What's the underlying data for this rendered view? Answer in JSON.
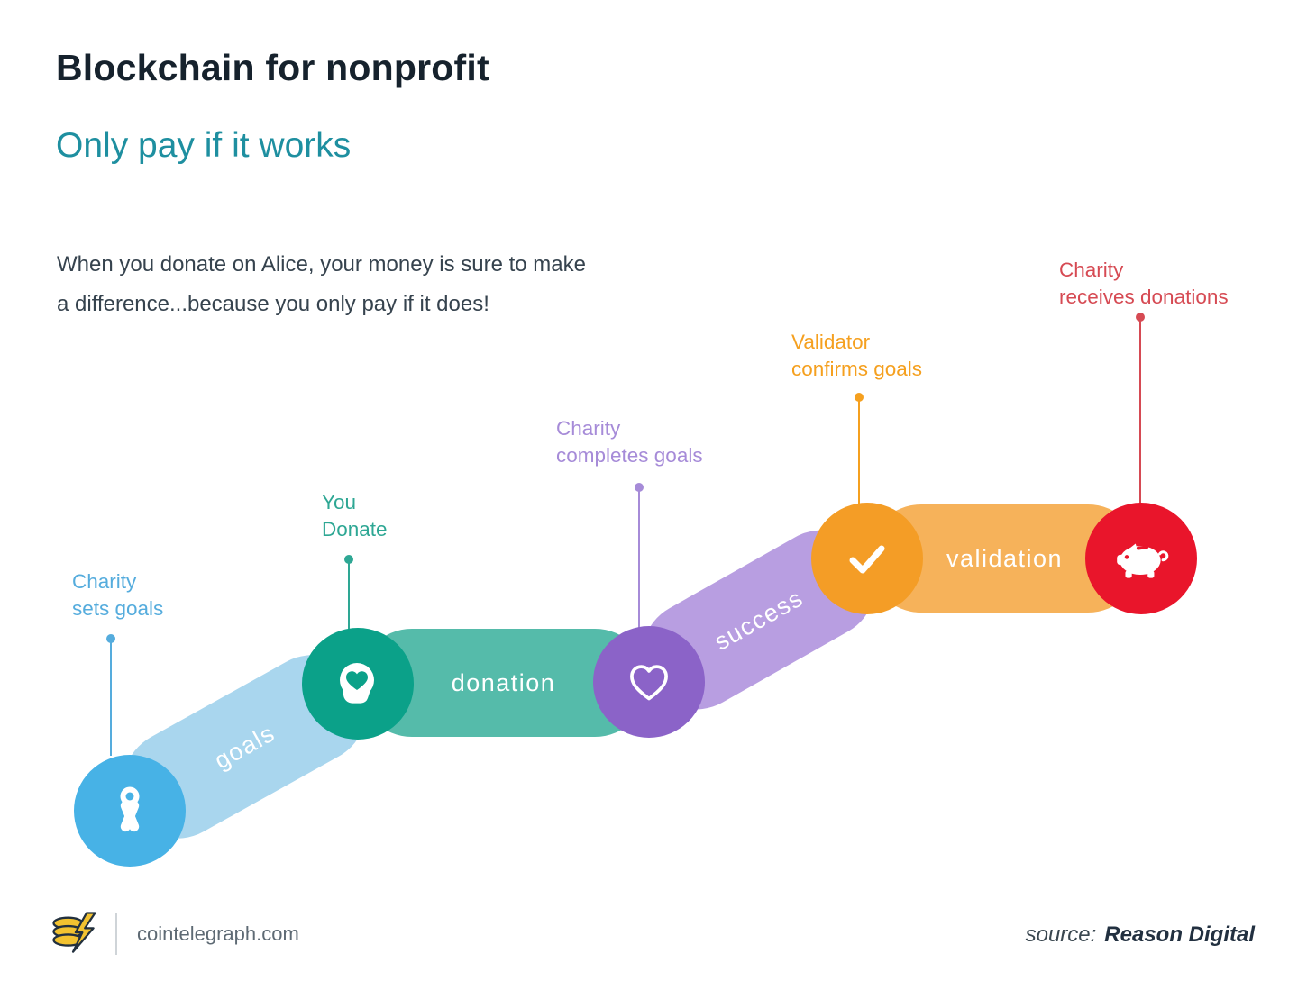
{
  "header": {
    "title": "Blockchain for nonprofit",
    "subtitle": "Only pay if it works",
    "description": "When you donate on Alice, your money is sure to make\na difference...because you only pay if it does!"
  },
  "diagram": {
    "steps": [
      {
        "callout": "Charity\nsets goals",
        "segment_label": "goals",
        "icon": "awareness-ribbon-icon"
      },
      {
        "callout": "You\nDonate",
        "segment_label": "donation",
        "icon": "head-heart-icon"
      },
      {
        "callout": "Charity\ncompletes goals",
        "segment_label": "success",
        "icon": "heart-outline-icon"
      },
      {
        "callout": "Validator\nconfirms goals",
        "segment_label": "validation",
        "icon": "check-icon"
      },
      {
        "callout": "Charity\nreceives donations",
        "segment_label": "",
        "icon": "piggy-bank-icon"
      }
    ]
  },
  "colors": {
    "title": "#16222d",
    "subtitle": "#1e8fa0",
    "body-text": "#36434e",
    "band-goals": "#a9d6ee",
    "circle-goals": "#47b2e6",
    "callout-goals": "#55acdd",
    "band-donation": "#55bbaa",
    "circle-donation": "#0ba189",
    "callout-donation": "#2ea794",
    "band-success": "#b89ee1",
    "circle-success": "#8b63c8",
    "callout-success": "#a68bd8",
    "band-validation": "#f6b25a",
    "circle-validation": "#f49d26",
    "callout-validation": "#f5a01f",
    "circle-receive": "#e9152b",
    "callout-receive": "#d64a53",
    "logo-gold": "#f2c230",
    "logo-dark": "#22303e"
  },
  "footer": {
    "site": "cointelegraph.com",
    "source_label": "source:",
    "source_value": "Reason Digital"
  }
}
